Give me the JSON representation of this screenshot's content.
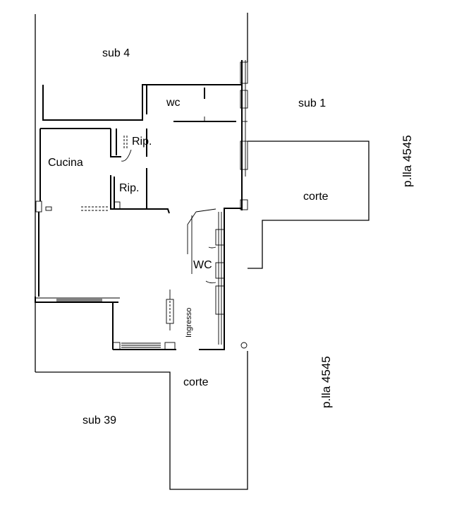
{
  "labels": {
    "sub4": "sub 4",
    "sub1": "sub 1",
    "wc_upper": "wc",
    "rip_upper": "Rip.",
    "cucina": "Cucina",
    "rip_lower": "Rip.",
    "corte_right": "corte",
    "pla_upper": "p.lla 4545",
    "wc_lower": "WC",
    "ingresso": "Ingresso",
    "corte_bottom": "corte",
    "pla_lower": "p.lla 4545",
    "sub39": "sub 39"
  }
}
